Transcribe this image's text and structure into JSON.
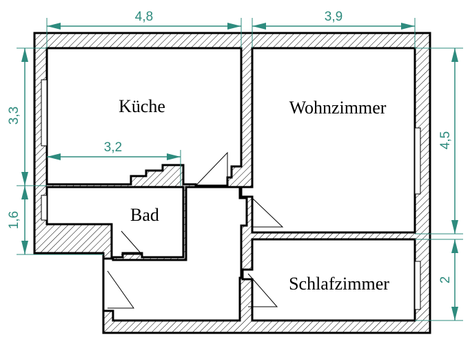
{
  "rooms": {
    "kueche": "Küche",
    "wohnzimmer": "Wohnzimmer",
    "bad": "Bad",
    "schlafzimmer": "Schlafzimmer"
  },
  "dimensions": {
    "top_left": "4,8",
    "top_right": "3,9",
    "kueche_inner": "3,2",
    "left_upper": "3,3",
    "left_lower": "1,6",
    "right_upper": "4,5",
    "right_lower": "2"
  },
  "colors": {
    "dimension": "#2e8b7e",
    "wall": "#000000",
    "background": "#ffffff"
  }
}
